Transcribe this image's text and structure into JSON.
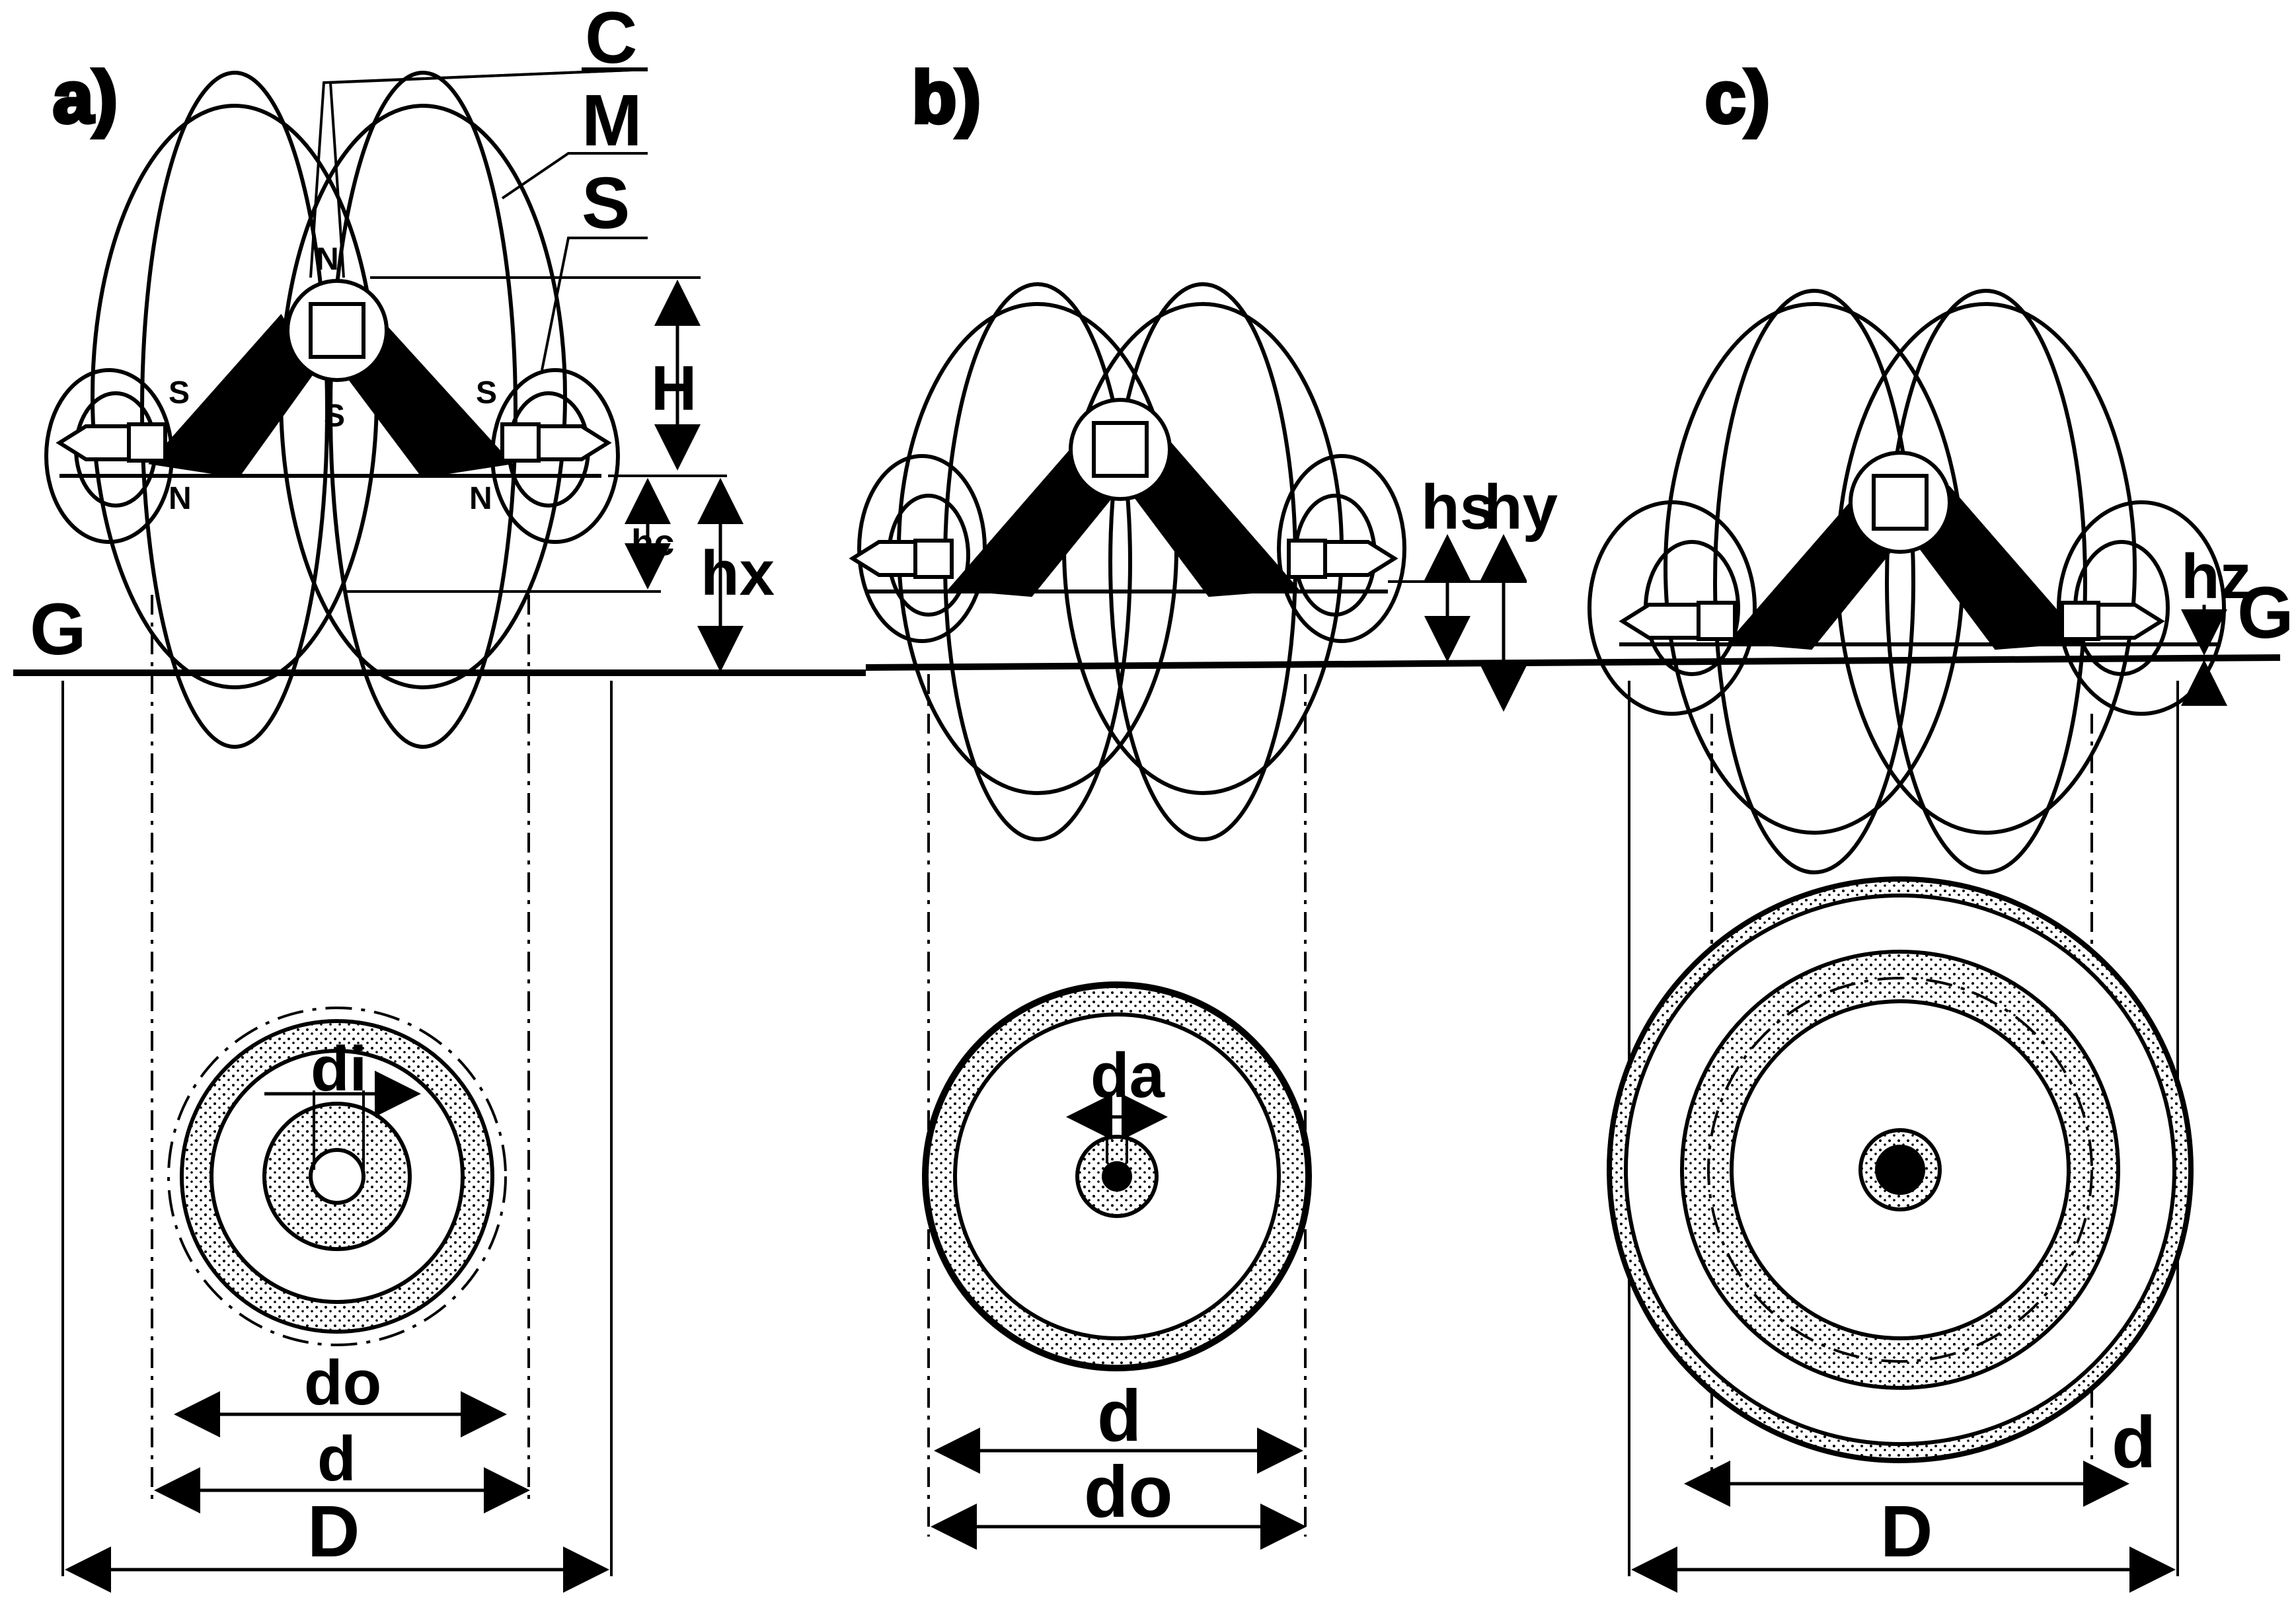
{
  "panels": {
    "a": {
      "title": "a)",
      "labels": {
        "C": "C",
        "M": "M",
        "S": "S",
        "H": "H",
        "hc": "hc",
        "hx": "hx",
        "G": "G",
        "N": "N",
        "S_pole": "S"
      },
      "dims": {
        "di": "di",
        "do": "do",
        "d": "d",
        "D": "D"
      }
    },
    "b": {
      "title": "b)",
      "labels": {
        "hs": "hs",
        "hy": "hy"
      },
      "dims": {
        "da": "da",
        "d": "d",
        "do": "do"
      }
    },
    "c": {
      "title": "c)",
      "labels": {
        "hz": "hz",
        "G": "G"
      },
      "dims": {
        "d": "d",
        "D": "D"
      }
    }
  },
  "colors": {
    "ink": "#000000",
    "paper": "#ffffff",
    "stipple": "#888888"
  }
}
